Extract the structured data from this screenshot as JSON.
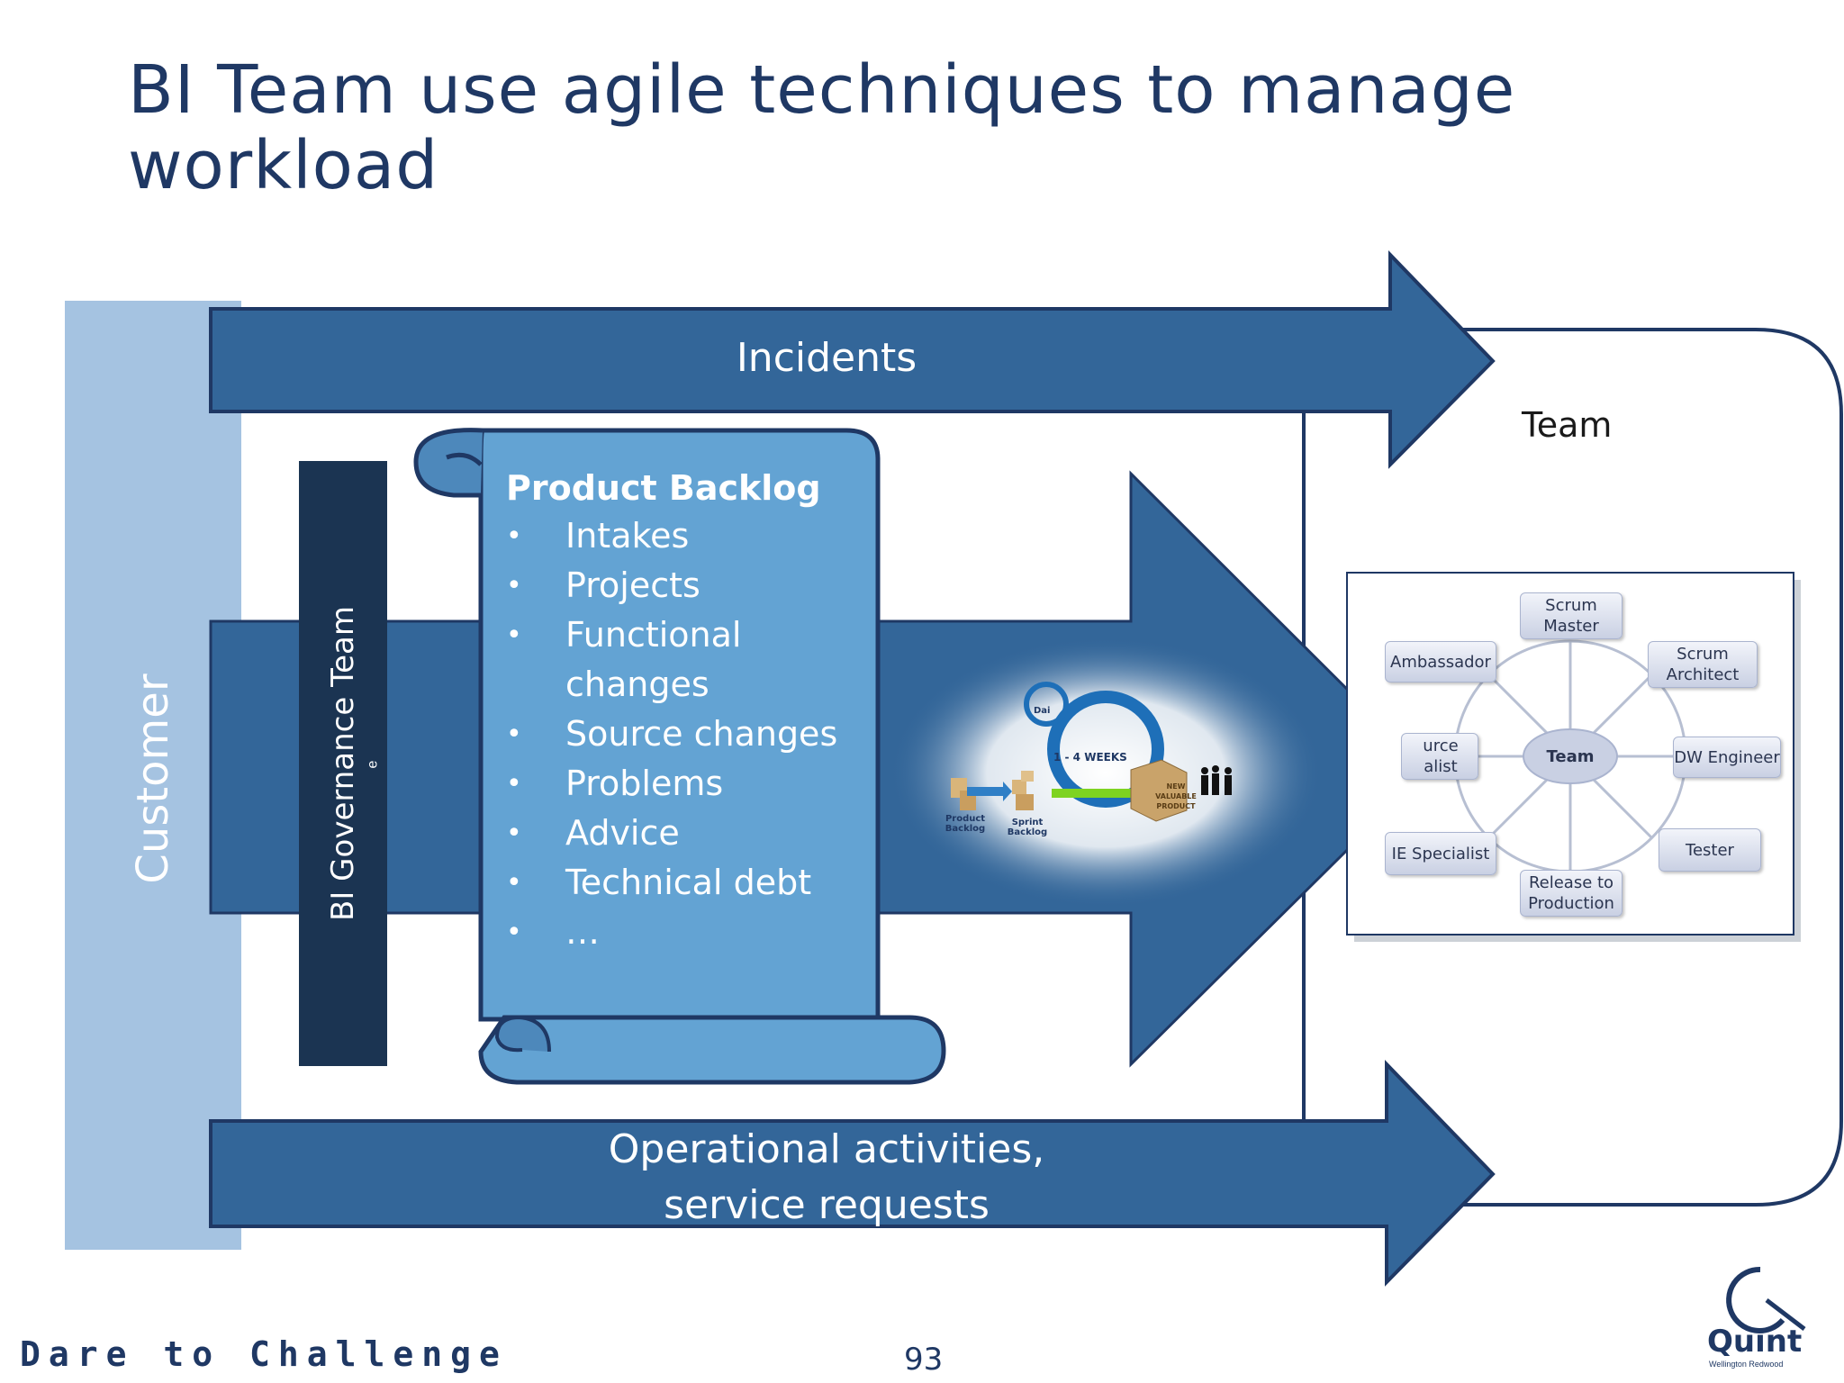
{
  "slide": {
    "title": "BI Team use agile techniques to manage workload",
    "page_number": "93"
  },
  "flows": {
    "incidents": "Incidents",
    "operational_line1": "Operational activities,",
    "operational_line2": "service requests"
  },
  "customer": "Customer",
  "governance": {
    "label": "BI Governance Team",
    "stray_char": "e"
  },
  "backlog": {
    "title": "Product Backlog",
    "items": [
      "Intakes",
      "Projects",
      "Functional changes",
      "Source changes",
      "Problems",
      "Advice",
      "Technical debt",
      "…"
    ]
  },
  "team": {
    "title": "Team",
    "center": "Team",
    "roles": {
      "scrum_master": "Scrum Master",
      "ambassador": "Ambassador",
      "scrum_architect": "Scrum Architect",
      "source_specialist": "urce alist",
      "dw_engineer": "DW Engineer",
      "ie_specialist": "IE Specialist",
      "tester": "Tester",
      "release": "Release to Production"
    }
  },
  "sprint_graphic": {
    "weeks": "1 - 4 WEEKS",
    "daily": "Dai",
    "product_backlog": "Product Backlog",
    "sprint_backlog": "Sprint Backlog",
    "new_product": "NEW VALUABLE PRODUCT"
  },
  "footer": {
    "tagline": "Dare to Challenge"
  },
  "logo": {
    "name": "Quint",
    "subtitle": "Wellington Redwood"
  },
  "colors": {
    "title": "#1f3864",
    "arrow_dark": "#336699",
    "arrow_border": "#1f3864",
    "customer_bar": "#a5c3e1",
    "governance_bar": "#1b3452",
    "scroll_fill": "#63a3d3"
  }
}
